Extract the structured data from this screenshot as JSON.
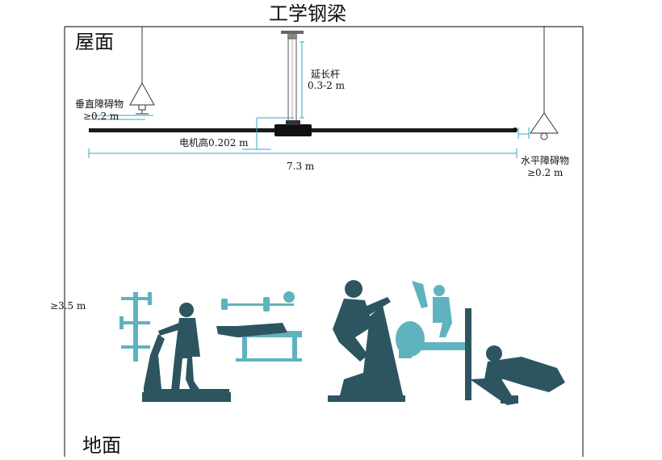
{
  "labels": {
    "title": "工学钢梁",
    "roof": "屋面",
    "floor": "地面",
    "extension_rod": "延长杆",
    "extension_range": "0.3-2 m",
    "vertical_obstacle": "垂直障碍物",
    "vertical_clearance": "≥0.2 m",
    "motor_height": "电机高0.202 m",
    "span": "7.3 m",
    "horizontal_obstacle": "水平障碍物",
    "horizontal_clearance": "≥0.2 m",
    "mount_height": "≥3.5 m"
  },
  "colors": {
    "line": "#333333",
    "dimension": "#3aa6c8",
    "fan": "#1a1a1a",
    "silhouette_dark": "#2c5560",
    "silhouette_light": "#5fb3bf"
  }
}
